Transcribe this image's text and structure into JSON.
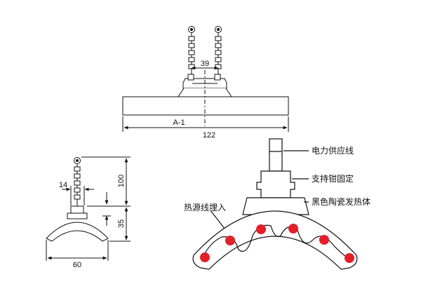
{
  "top_view": {
    "spacing_label": "39",
    "length_label": "122",
    "model_label": "A-1"
  },
  "side_view": {
    "height_label": "100",
    "lower_label": "35",
    "neck_label": "14",
    "width_label": "60"
  },
  "section_view": {
    "callout_power": "电力供应线",
    "callout_clamp": "支持钳固定",
    "callout_ceramic": "黑色陶瓷发热体",
    "callout_wire": "热源线埋入"
  },
  "colors": {
    "line": "#111111",
    "heater_dot": "#e0202a"
  }
}
